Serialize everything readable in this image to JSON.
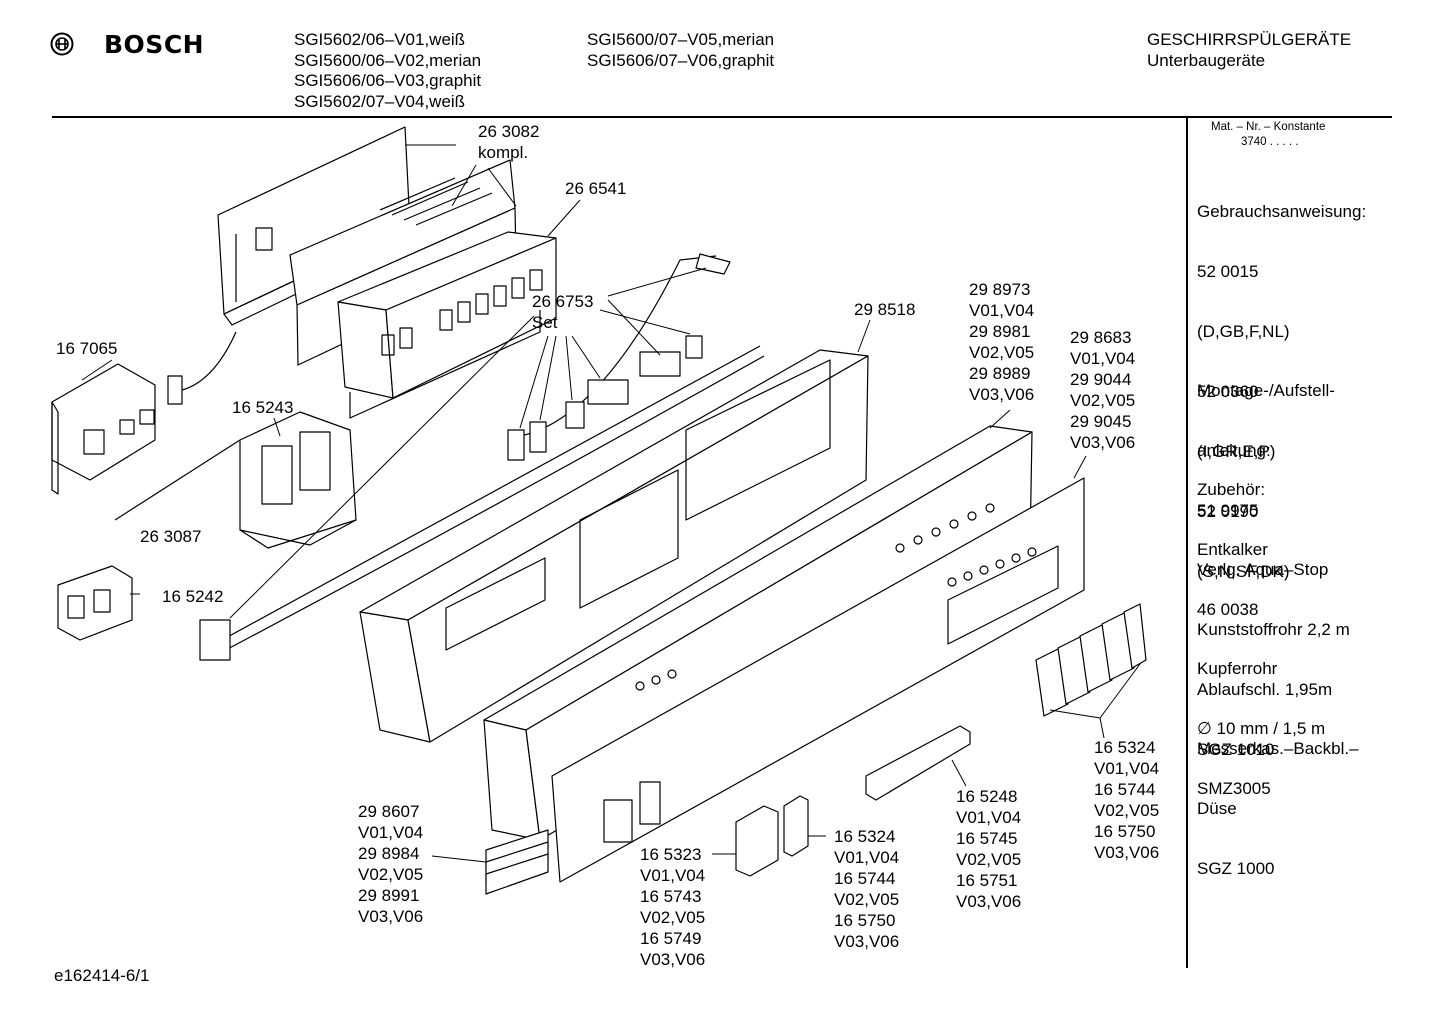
{
  "header": {
    "brand": "BOSCH",
    "models_col1": [
      "SGI5602/06–V01,weiß",
      "SGI5600/06–V02,merian",
      "SGI5606/06–V03,graphit",
      "SGI5602/07–V04,weiß"
    ],
    "models_col2": [
      "SGI5600/07–V05,merian",
      "SGI5606/07–V06,graphit"
    ],
    "category": "GESCHIRRSPÜLGERÄTE",
    "subcategory": "Unterbaugeräte"
  },
  "sidebar": {
    "konstante_label": "Mat. – Nr. – Konstante",
    "konstante_value": "3740  .   .   .   .   .",
    "blocks": [
      {
        "id": "gebrauch",
        "lines": [
          "Gebrauchsanweisung:",
          "52 0015",
          "(D,GB,F,NL)",
          "52 0360",
          "(I,GR,E,P)",
          "52 0190",
          "(S,N,SF,DK)"
        ]
      },
      {
        "id": "montage",
        "lines": [
          "Montage-/Aufstell-",
          "anleitung:",
          "51 9975"
        ]
      },
      {
        "id": "zubehoer",
        "lines": [
          "Zubehör:",
          "Entkalker",
          "46 0038"
        ]
      },
      {
        "id": "aquastop",
        "lines": [
          "Verlg. Aqua–Stop",
          "Kunststoffrohr 2,2 m",
          "Ablaufschl. 1,95m",
          "SGZ 1010"
        ]
      },
      {
        "id": "kupfer",
        "lines": [
          "Kupferrohr",
          "∅ 10 mm / 1,5 m",
          "SMZ3005"
        ]
      },
      {
        "id": "messer",
        "lines": [
          "Messerkas.–Backbl.–",
          "Düse",
          "SGZ 1000"
        ]
      }
    ]
  },
  "labels": {
    "p263082": [
      "26 3082",
      "kompl."
    ],
    "p266541": [
      "26 6541"
    ],
    "p266753": [
      "26 6753",
      "Set"
    ],
    "p167065": [
      "16 7065"
    ],
    "p165243": [
      "16 5243"
    ],
    "p263087": [
      "26 3087"
    ],
    "p165242": [
      "16 5242"
    ],
    "p298518": [
      "29 8518"
    ],
    "p298973": [
      "29 8973",
      "V01,V04",
      "29 8981",
      "V02,V05",
      "29 8989",
      "V03,V06"
    ],
    "p298683": [
      "29 8683",
      "V01,V04",
      "29 9044",
      "V02,V05",
      "29 9045",
      "V03,V06"
    ],
    "p165324r": [
      "16 5324",
      "V01,V04",
      "16 5744",
      "V02,V05",
      "16 5750",
      "V03,V06"
    ],
    "p165248": [
      "16 5248",
      "V01,V04",
      "16 5745",
      "V02,V05",
      "16 5751",
      "V03,V06"
    ],
    "p165324m": [
      "16 5324",
      "V01,V04",
      "16 5744",
      "V02,V05",
      "16 5750",
      "V03,V06"
    ],
    "p165323": [
      "16 5323",
      "V01,V04",
      "16 5743",
      "V02,V05",
      "16 5749",
      "V03,V06"
    ],
    "p298607": [
      "29 8607",
      "V01,V04",
      "29 8984",
      "V02,V05",
      "29 8991",
      "V03,V06"
    ]
  },
  "footer": "e162414-6/1"
}
